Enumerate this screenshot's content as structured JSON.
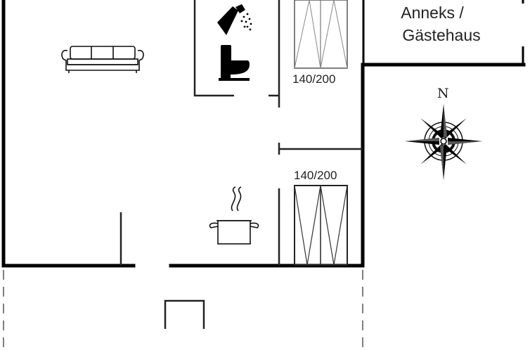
{
  "floorplan": {
    "annex": {
      "line1": "Anneks /",
      "line2": "Gästehaus"
    },
    "beds": [
      {
        "size": "140/200"
      },
      {
        "size": "140/200"
      }
    ],
    "compass": {
      "north_label": "N"
    },
    "icons": {
      "sofa": "sofa-icon",
      "shower": "shower-icon",
      "toilet": "toilet-icon",
      "cooking_pot": "cooking-pot-icon",
      "compass_rose": "compass-rose-icon"
    },
    "colors": {
      "wall": "#000000",
      "line": "#222222",
      "thin_line": "#777777",
      "background": "#ffffff"
    }
  }
}
